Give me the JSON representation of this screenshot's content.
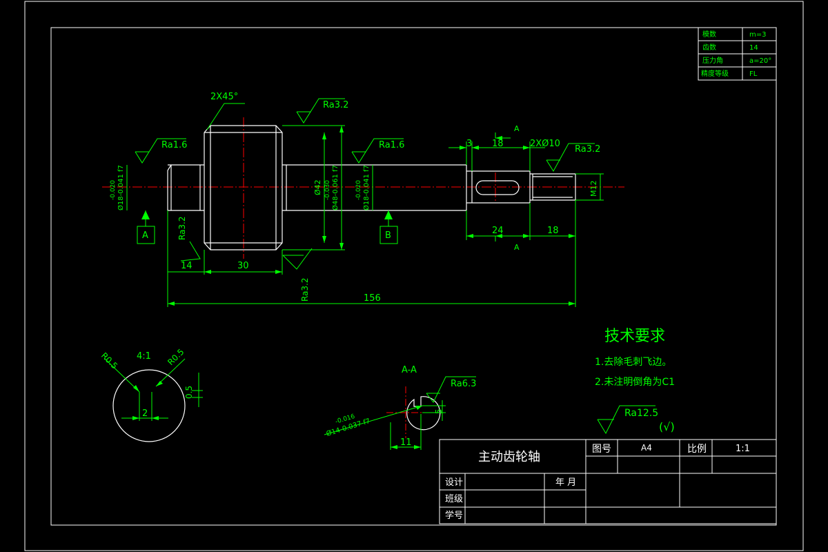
{
  "colors": {
    "background": "#000000",
    "outline": "#ffffff",
    "dimension": "#00ff00",
    "centerline": "#ff0000"
  },
  "params_table": {
    "rows": [
      {
        "label": "模数",
        "value": "m=3"
      },
      {
        "label": "齿数",
        "value": "14"
      },
      {
        "label": "压力角",
        "value": "a=20°"
      },
      {
        "label": "精度等级",
        "value": "FL"
      }
    ]
  },
  "main_view": {
    "chamfer": "2X45°",
    "ra_gear_top": "Ra3.2",
    "ra_left": "Ra1.6",
    "ra_mid": "Ra1.6",
    "ra_right": "Ra3.2",
    "ra_bottom_left": "Ra3.2",
    "ra_bottom_gear": "Ra3.2",
    "dia_left": "Ø18-0.041 f7",
    "dia_left_upper": "-0.020",
    "dia_mid": "Ø18-0.041 f7",
    "dia_mid_upper": "-0.020",
    "dia_gear_inner": "Ø42",
    "dia_gear_outer": "Ø48-0.061 f7",
    "dia_gear_outer_upper": "-0.030",
    "thread": "M12",
    "datum_a": "A",
    "datum_b": "B",
    "section_mark": "A",
    "dim_3": "3",
    "dim_18_top": "18",
    "dim_2x10": "2XØ10",
    "dim_24": "24",
    "dim_18_bottom": "18",
    "dim_14": "14",
    "dim_30": "30",
    "dim_156": "156"
  },
  "detail_view": {
    "scale": "4:1",
    "r_left": "R0.5",
    "r_right": "R0.5",
    "dim_2": "2",
    "dim_05": "0.5"
  },
  "section_view": {
    "title": "A-A",
    "ra": "Ra6.3",
    "dia": "Ø14-0.037 f7",
    "dia_upper": "-0.016",
    "dim_5": "5",
    "dim_11": "11"
  },
  "tech_requirements": {
    "title": "技术要求",
    "items": [
      "1.去除毛刺飞边。",
      "2.未注明倒角为C1"
    ],
    "ra_general": "Ra12.5",
    "ra_paren": "(√)"
  },
  "title_block": {
    "part_name": "主动齿轮轴",
    "drawing_no_label": "图号",
    "drawing_no": "A4",
    "scale_label": "比例",
    "scale": "1:1",
    "design_label": "设计",
    "date_label": "年 月",
    "class_label": "班级",
    "student_no_label": "学号"
  }
}
